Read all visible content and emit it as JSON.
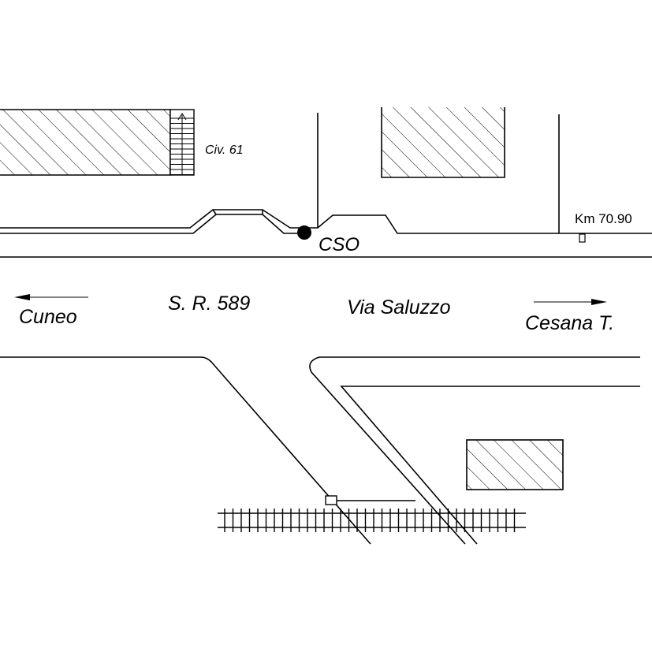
{
  "labels": {
    "civ": "Civ. 61",
    "km": "Km 70.90",
    "cso": "CSO",
    "road_code": "S. R. 589",
    "road_name": "Via Saluzzo",
    "west": "Cuneo",
    "east": "Cesana T."
  },
  "colors": {
    "line": "#000000",
    "background": "#ffffff"
  },
  "features": {
    "cso_marker": "filled-circle",
    "buildings": "hatched-rectangle",
    "railway": "railway-track"
  }
}
